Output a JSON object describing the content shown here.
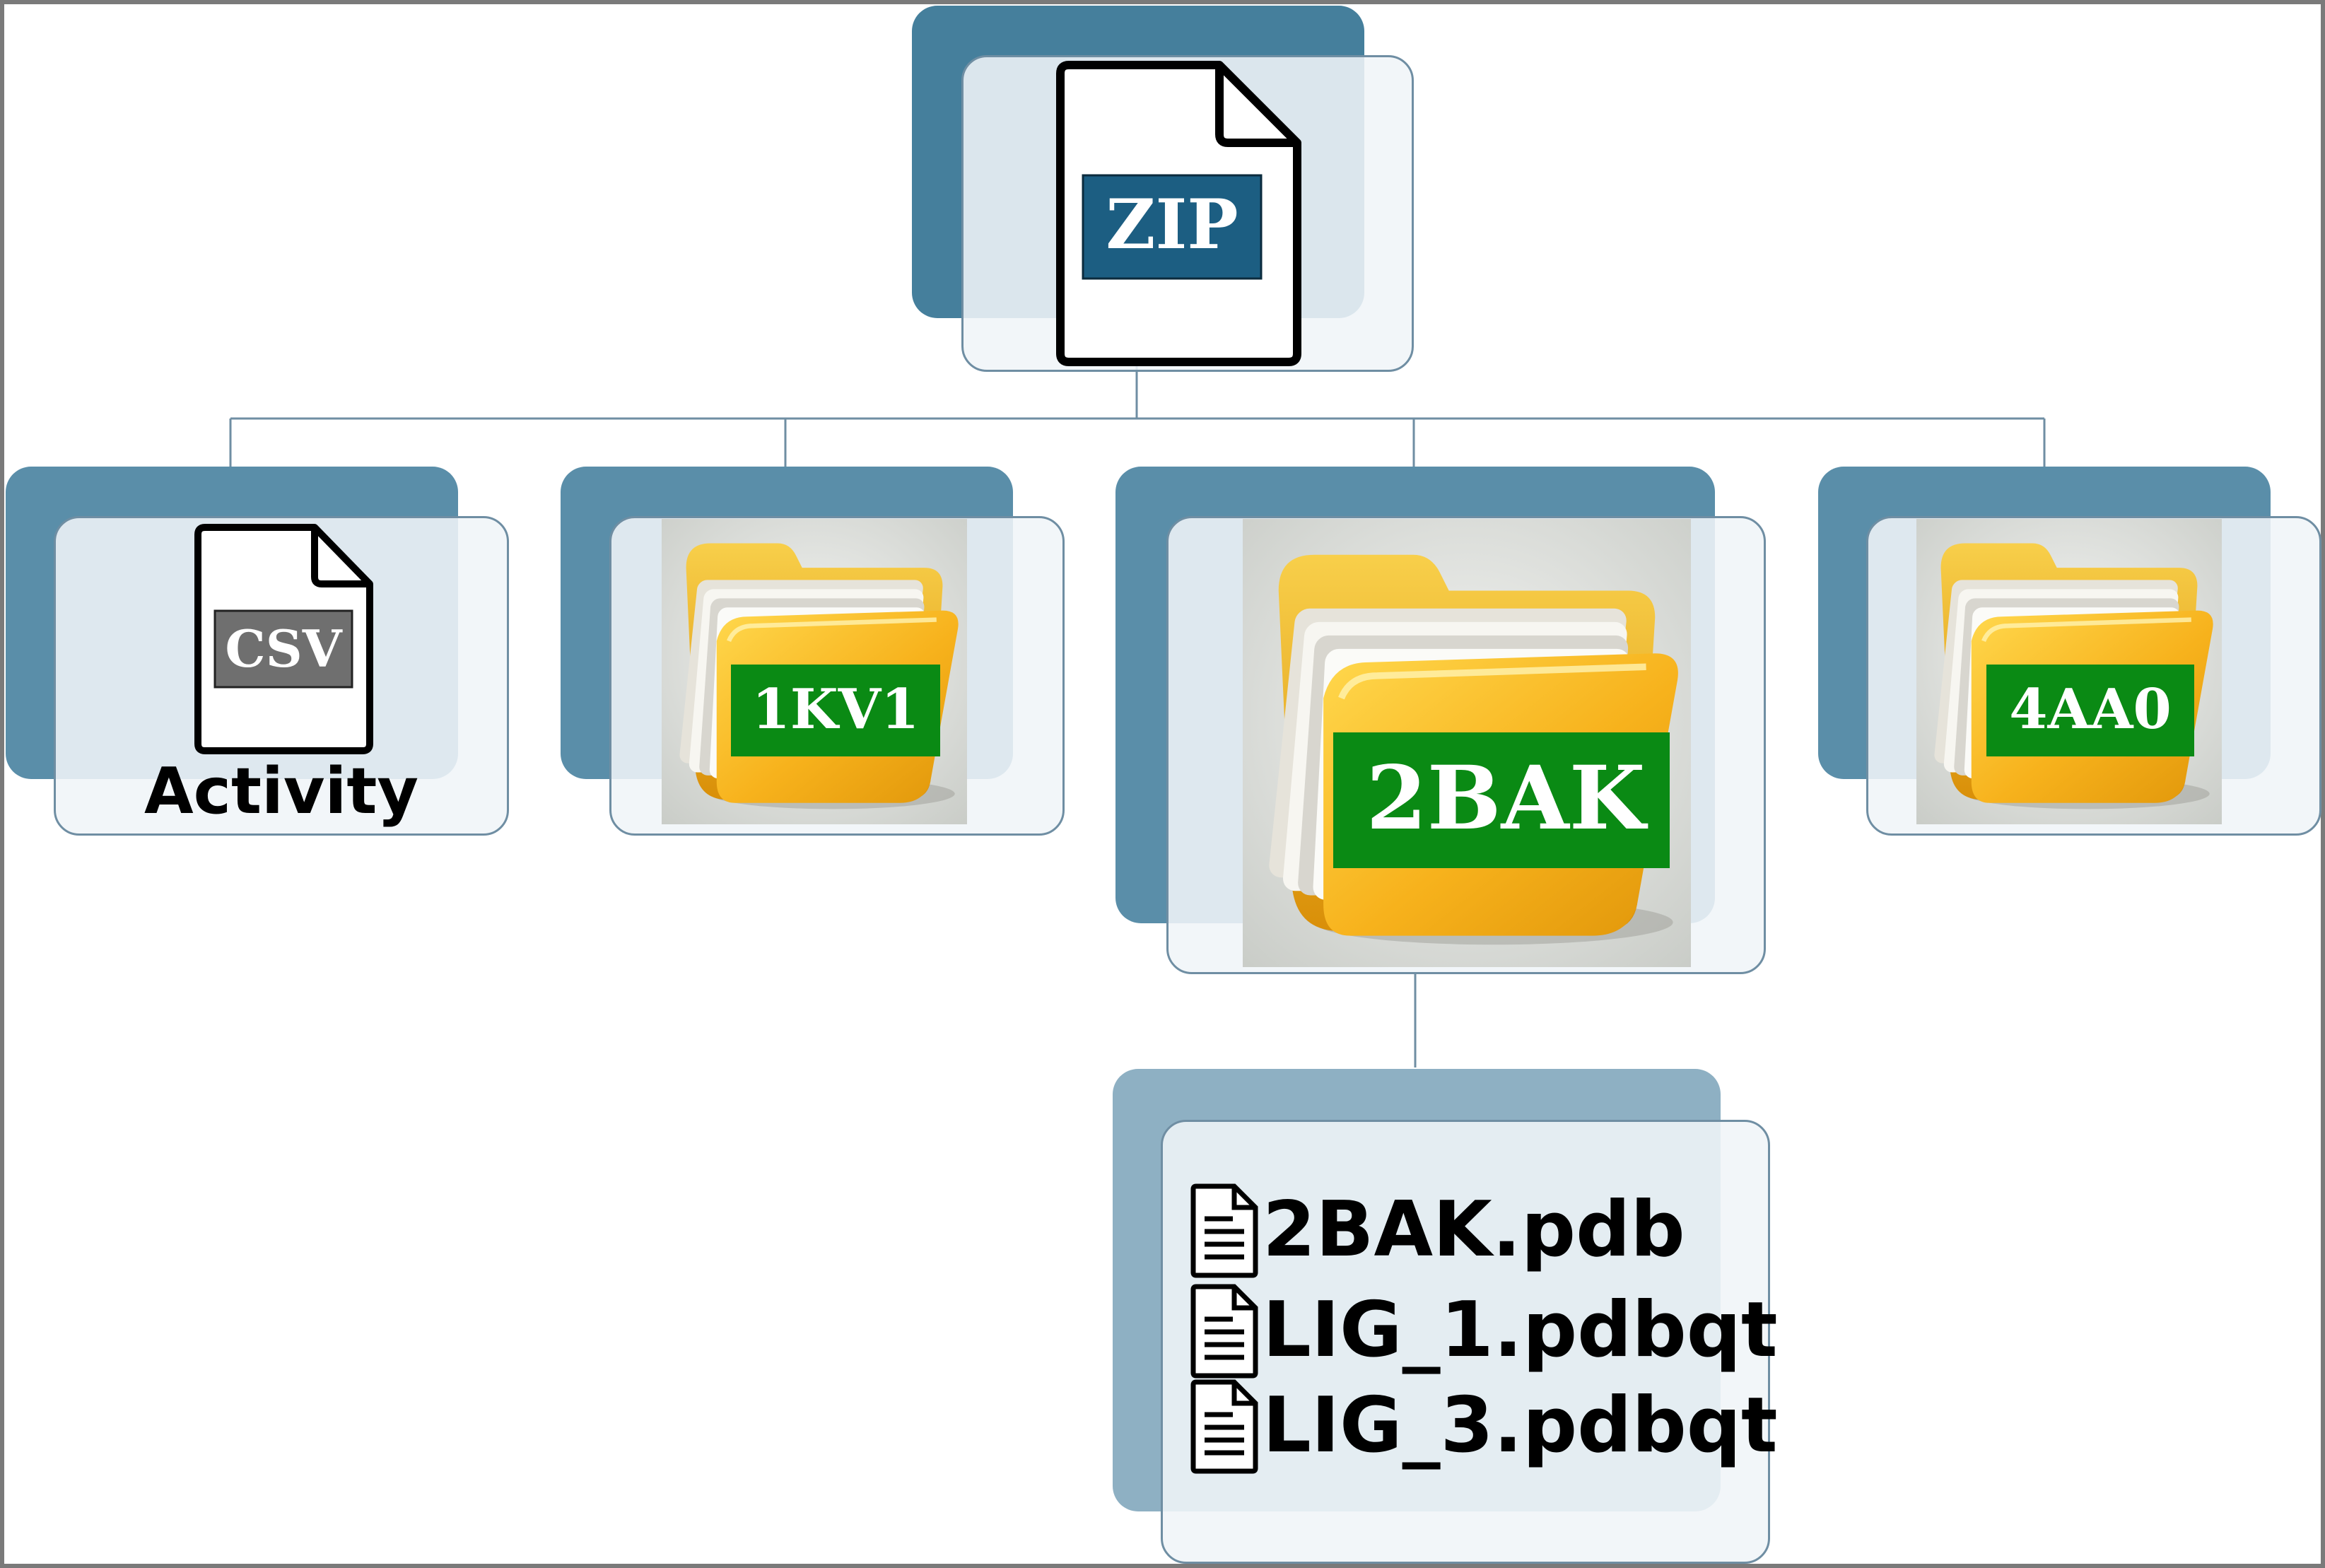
{
  "root": {
    "badge": "ZIP",
    "badge_color": "#1c5e82"
  },
  "children": [
    {
      "kind": "file",
      "badge": "CSV",
      "badge_color": "#6f6f6f",
      "caption": "Activity"
    },
    {
      "kind": "folder",
      "badge": "1KV1",
      "badge_color": "#0a8a14"
    },
    {
      "kind": "folder",
      "badge": "2BAK",
      "badge_color": "#0a8a14"
    },
    {
      "kind": "folder",
      "badge": "4AA0",
      "badge_color": "#0a8a14"
    }
  ],
  "contents": {
    "parent": "2BAK",
    "files": [
      "2BAK.pdb",
      "LIG_1.pdbqt",
      "LIG_3.pdbqt"
    ]
  },
  "colors": {
    "node_dark": "#457f9c",
    "node_mid": "#5a8ea9",
    "node_light": "#8eb0c3",
    "folder": "#f5b520"
  }
}
